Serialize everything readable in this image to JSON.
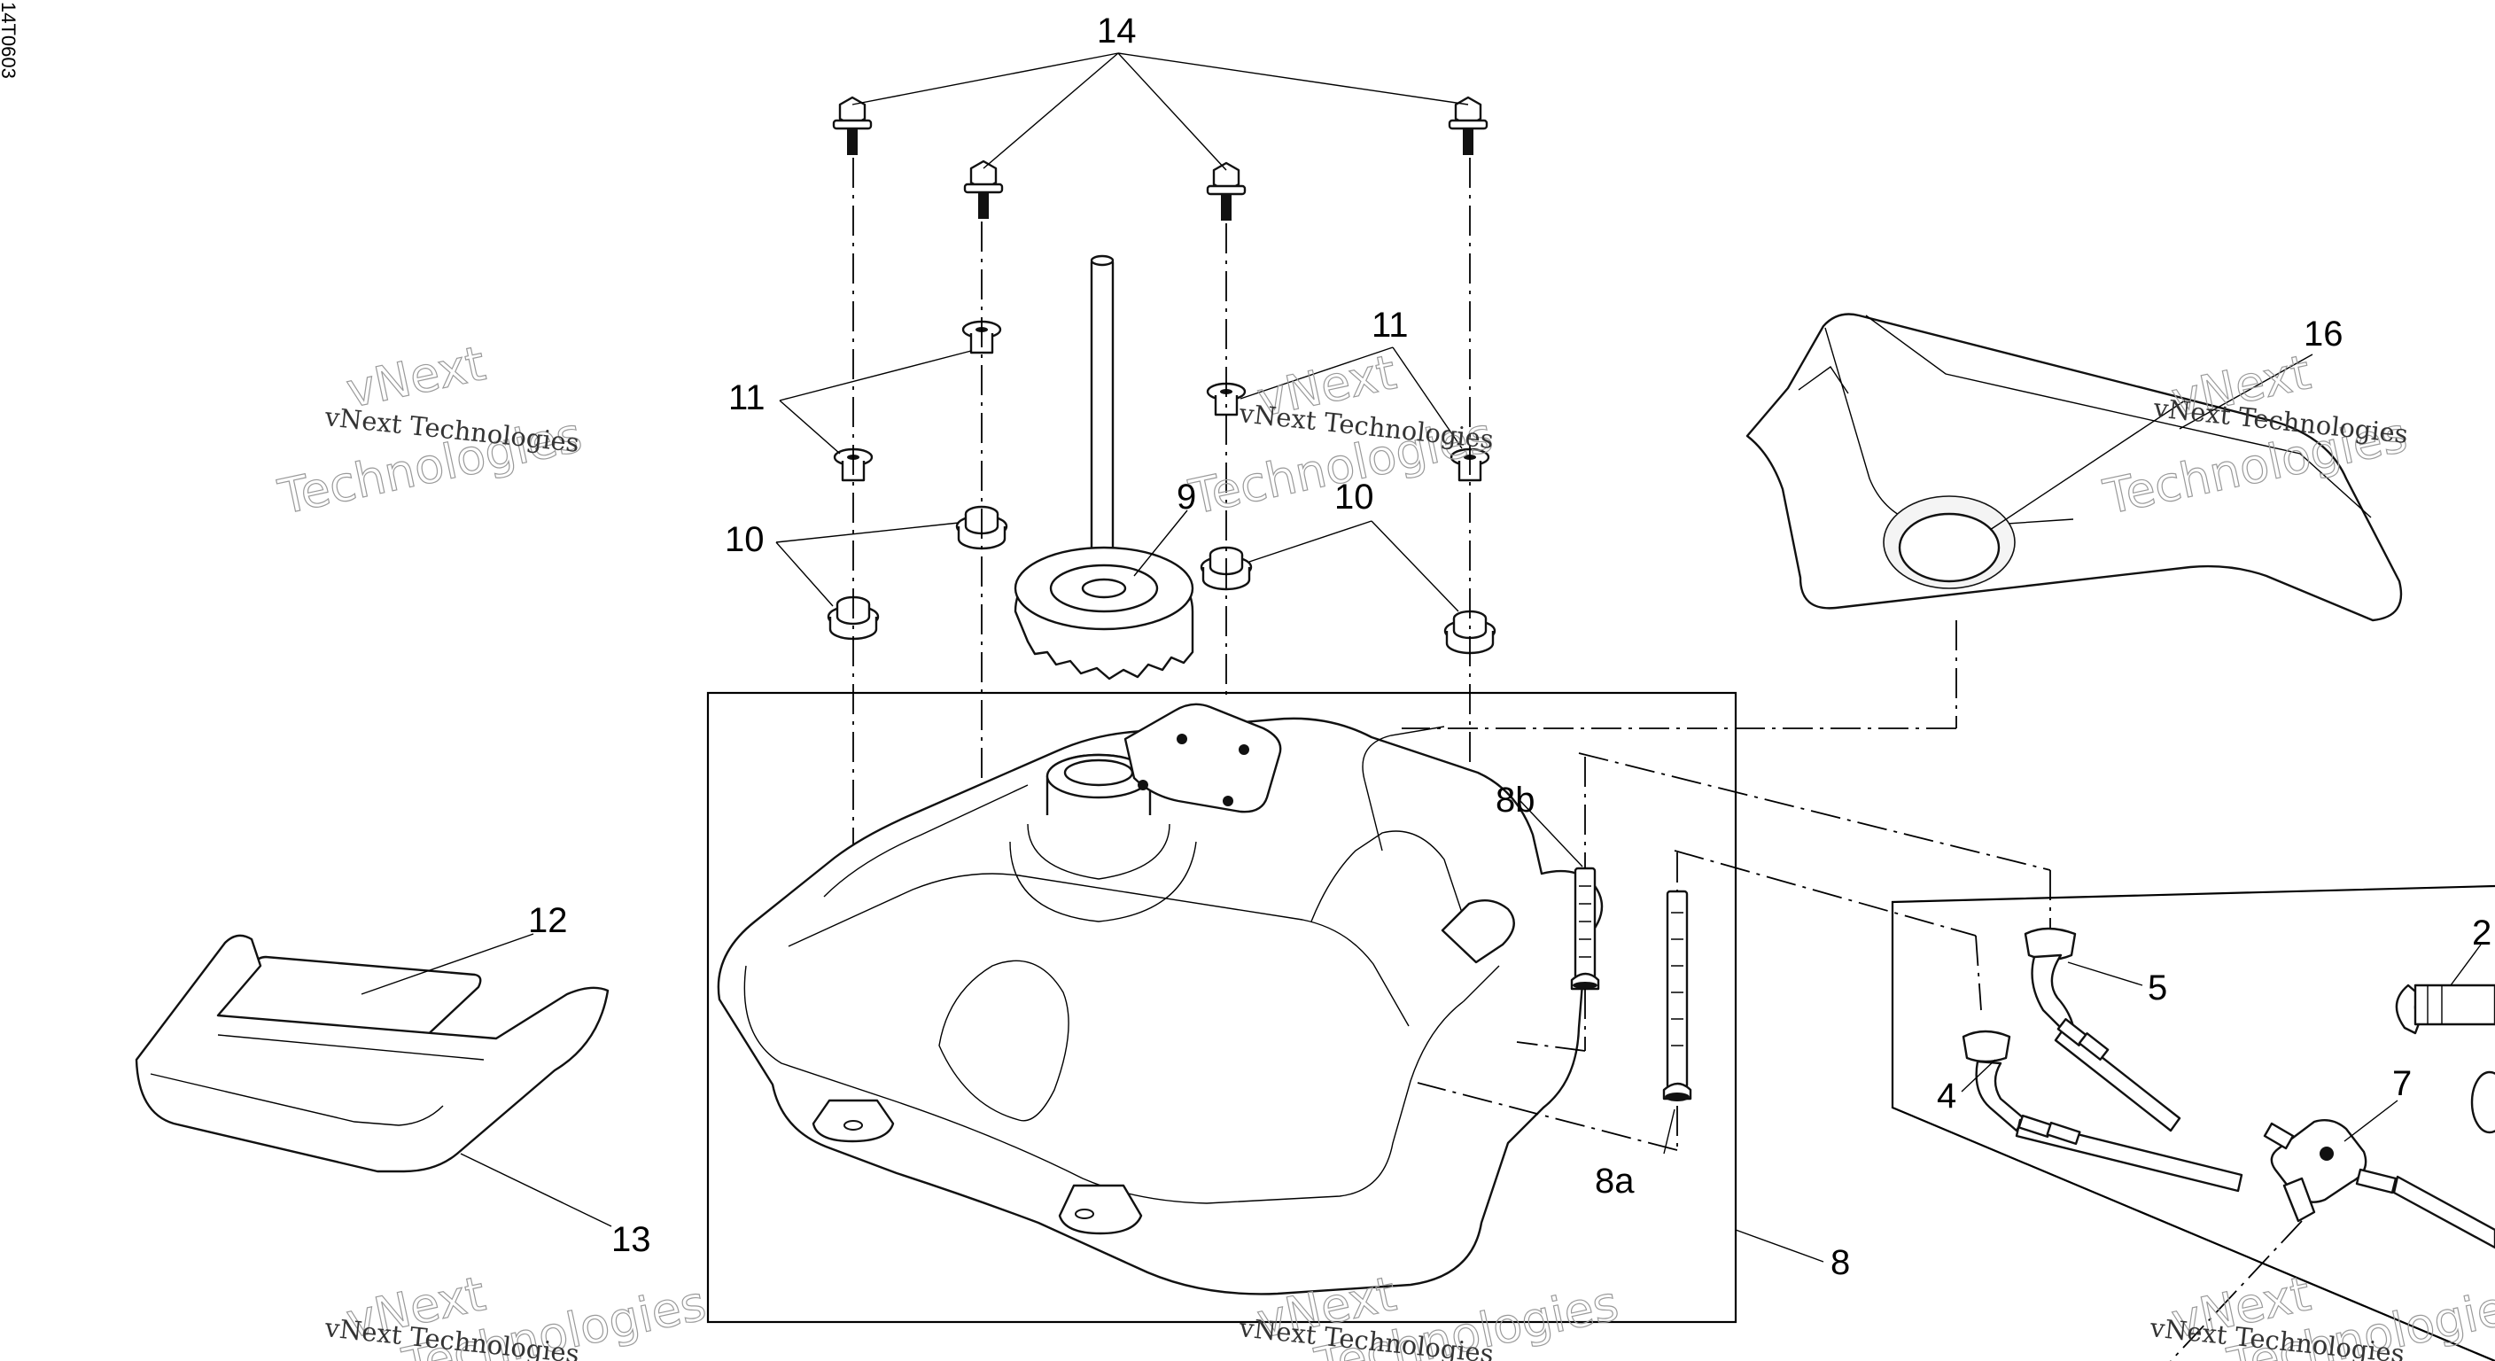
{
  "drawing_code": "14T0603",
  "callouts": {
    "c2": "2",
    "c4": "4",
    "c5": "5",
    "c7": "7",
    "c8": "8",
    "c8a": "8a",
    "c8b": "8b",
    "c9": "9",
    "c10a": "10",
    "c10b": "10",
    "c11a": "11",
    "c11b": "11",
    "c12": "12",
    "c13": "13",
    "c14": "14",
    "c16": "16"
  },
  "watermark": {
    "line1": "vNext Technologies",
    "big1": "vNext",
    "big2": "Technologies"
  }
}
